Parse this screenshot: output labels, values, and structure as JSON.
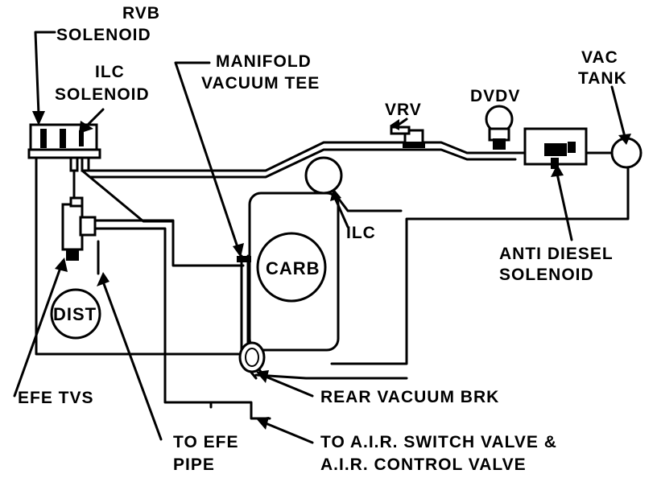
{
  "labels": {
    "rvb_line1": "RVB",
    "rvb_line2": "SOLENOID",
    "ilc_sol_line1": "ILC",
    "ilc_sol_line2": "SOLENOID",
    "manifold_line1": "MANIFOLD",
    "manifold_line2": "VACUUM TEE",
    "vrv": "VRV",
    "dvdv": "DVDV",
    "vac_line1": "VAC",
    "vac_line2": "TANK",
    "ilc": "ILC",
    "anti_line1": "ANTI DIESEL",
    "anti_line2": "SOLENOID",
    "carb": "CARB",
    "dist": "DIST",
    "efe_tvs": "EFE TVS",
    "rear_vac": "REAR VACUUM BRK",
    "to_efe_line1": "TO EFE",
    "to_efe_line2": "PIPE",
    "to_air_line1": "TO A.I.R. SWITCH VALVE &",
    "to_air_line2": "A.I.R. CONTROL VALVE"
  }
}
